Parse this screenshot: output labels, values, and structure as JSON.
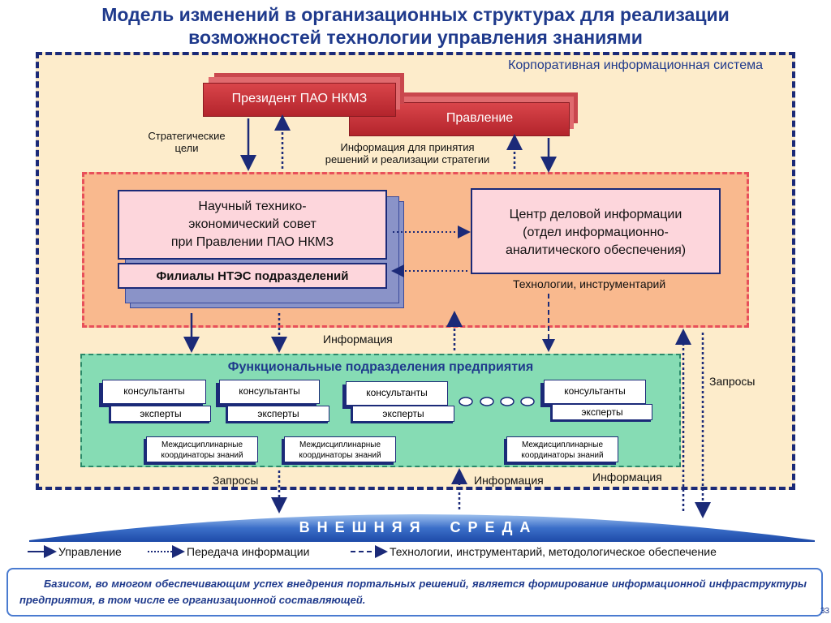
{
  "title_line1": "Модель изменений в организационных структурах для реализации",
  "title_line2": "возможностей технологии управления знаниями",
  "corp_system": "Корпоративная информационная система",
  "president": "Президент ПАО НКМЗ",
  "board": "Правление",
  "strategic_goals_1": "Стратегические",
  "strategic_goals_2": "цели",
  "info_decisions_1": "Информация для принятия",
  "info_decisions_2": "решений и реализации стратегии",
  "council_1": "Научный технико-",
  "council_2": "экономический совет",
  "council_3": "при Правлении ПАО НКМЗ",
  "branches": "Филиалы НТЭС подразделений",
  "center_1": "Центр деловой информации",
  "center_2": "(отдел информационно-",
  "center_3": "аналитического обеспечения)",
  "technologies": "Технологии, инструментарий",
  "information": "Информация",
  "requests": "Запросы",
  "functional_title": "Функциональные подразделения предприятия",
  "consultants": "консультанты",
  "experts": "эксперты",
  "coord_1": "Междисциплинарные",
  "coord_2": "координаторы знаний",
  "external": "В Н Е Ш Н Я Я     С Р Е Д А",
  "legend": {
    "control": "Управление",
    "transfer": "Передача информации",
    "tech": "Технологии, инструментарий, методологическое обеспечение"
  },
  "footer": "Базисом, во многом обеспечивающим успех внедрения портальных решений, является формирование информационной инфраструктуры предприятия, в том числе ее организационной составляющей.",
  "page_number": "33",
  "colors": {
    "navy": "#1b2a78",
    "red_tile": "#c8323a",
    "orange": "#f9b98e",
    "green": "#86dcb4"
  }
}
